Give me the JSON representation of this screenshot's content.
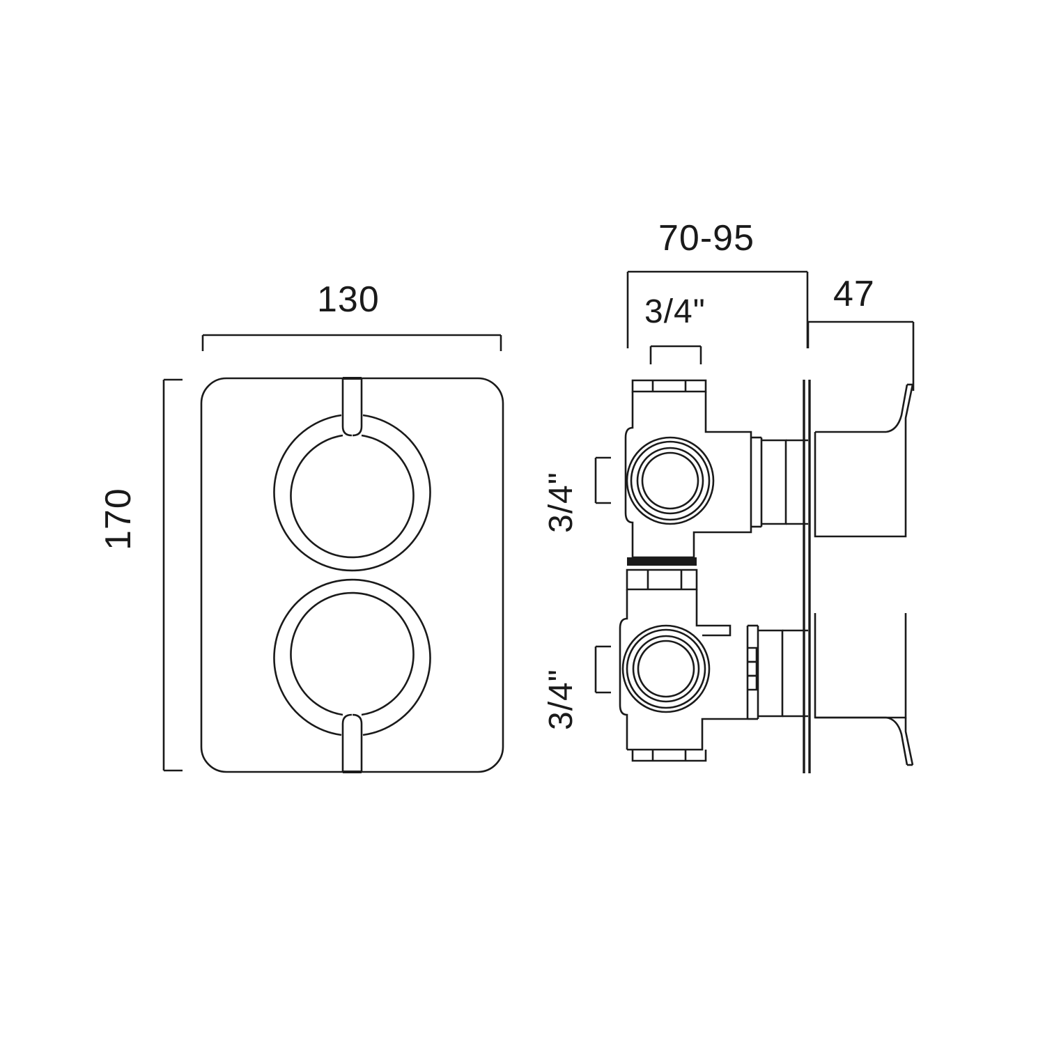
{
  "drawing": {
    "title": "Concealed thermostatic shower valve dimension drawing",
    "background_color": "#ffffff",
    "line_color": "#1a1a1a",
    "units": "mm (metric) and inches (thread sizes)",
    "views": [
      {
        "name": "front-view",
        "description": "Front elevation of square faceplate with two concentric ring control handles"
      },
      {
        "name": "side-view",
        "description": "Side section of valve body, escutcheon plate and two lever handles"
      }
    ]
  },
  "dimensions": {
    "plate_width": {
      "value": "130",
      "label": "130",
      "orientation": "horizontal",
      "view": "front-view"
    },
    "plate_height": {
      "value": "170",
      "label": "170",
      "orientation": "vertical-rotated",
      "view": "front-view"
    },
    "body_depth_range": {
      "value": "70-95",
      "label": "70-95",
      "orientation": "horizontal",
      "view": "side-view"
    },
    "handle_projection": {
      "value": "47",
      "label": "47",
      "orientation": "horizontal",
      "view": "side-view"
    },
    "inlet_thread_top": {
      "value": "3/4\"",
      "label": "3/4\"",
      "orientation": "horizontal",
      "view": "side-view"
    },
    "port_thread_upper": {
      "value": "3/4\"",
      "label": "3/4\"",
      "orientation": "vertical-rotated",
      "view": "side-view"
    },
    "port_thread_lower": {
      "value": "3/4\"",
      "label": "3/4\"",
      "orientation": "vertical-rotated",
      "view": "side-view"
    }
  },
  "front_view": {
    "plate": {
      "shape": "rounded-square",
      "corner_radius": "36"
    },
    "handles": [
      {
        "name": "upper-ring-handle",
        "stem_direction": "up"
      },
      {
        "name": "lower-ring-handle",
        "stem_direction": "down"
      }
    ]
  },
  "side_view": {
    "bodies": [
      {
        "name": "upper-valve-body",
        "port": "threaded-circular-port"
      },
      {
        "name": "lower-valve-body",
        "port": "threaded-circular-port"
      }
    ],
    "escutcheon": {
      "name": "escutcheon-plate",
      "type": "thin-vertical-plate"
    },
    "levers": [
      {
        "name": "upper-lever-handle",
        "direction": "up-right"
      },
      {
        "name": "lower-lever-handle",
        "direction": "down-right"
      }
    ]
  }
}
